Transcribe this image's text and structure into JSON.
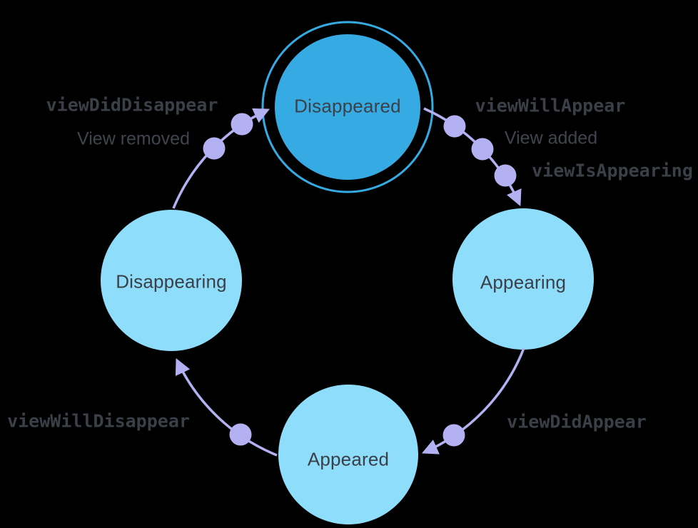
{
  "diagram": {
    "type": "state-cycle",
    "subject": "view-lifecycle",
    "background": "#000000",
    "colors": {
      "active_state_fill": "#36ABE3",
      "state_fill": "#8EDEFB",
      "highlight_ring": "#36ABE3",
      "arc_purple": "#B4B1F2",
      "text": "#3B4048"
    },
    "states": [
      {
        "id": "disappeared",
        "label": "Disappeared",
        "highlighted": true
      },
      {
        "id": "appearing",
        "label": "Appearing",
        "highlighted": false
      },
      {
        "id": "appeared",
        "label": "Appeared",
        "highlighted": false
      },
      {
        "id": "disappearing",
        "label": "Disappearing",
        "highlighted": false
      }
    ],
    "transitions": [
      {
        "from": "disappearing",
        "to": "disappeared",
        "methods": [
          "viewDidDisappear"
        ],
        "note": "View removed",
        "event_dots": 2
      },
      {
        "from": "disappeared",
        "to": "appearing",
        "methods": [
          "viewWillAppear",
          "viewIsAppearing"
        ],
        "note": "View added",
        "event_dots": 3
      },
      {
        "from": "appearing",
        "to": "appeared",
        "methods": [
          "viewDidAppear"
        ],
        "note": "",
        "event_dots": 1
      },
      {
        "from": "appeared",
        "to": "disappearing",
        "methods": [
          "viewWillDisappear"
        ],
        "note": "",
        "event_dots": 1
      }
    ],
    "labels": {
      "viewDidDisappear": "viewDidDisappear",
      "viewRemoved": "View removed",
      "viewWillAppear": "viewWillAppear",
      "viewAdded": "View added",
      "viewIsAppearing": "viewIsAppearing",
      "viewDidAppear": "viewDidAppear",
      "viewWillDisappear": "viewWillDisappear"
    }
  }
}
